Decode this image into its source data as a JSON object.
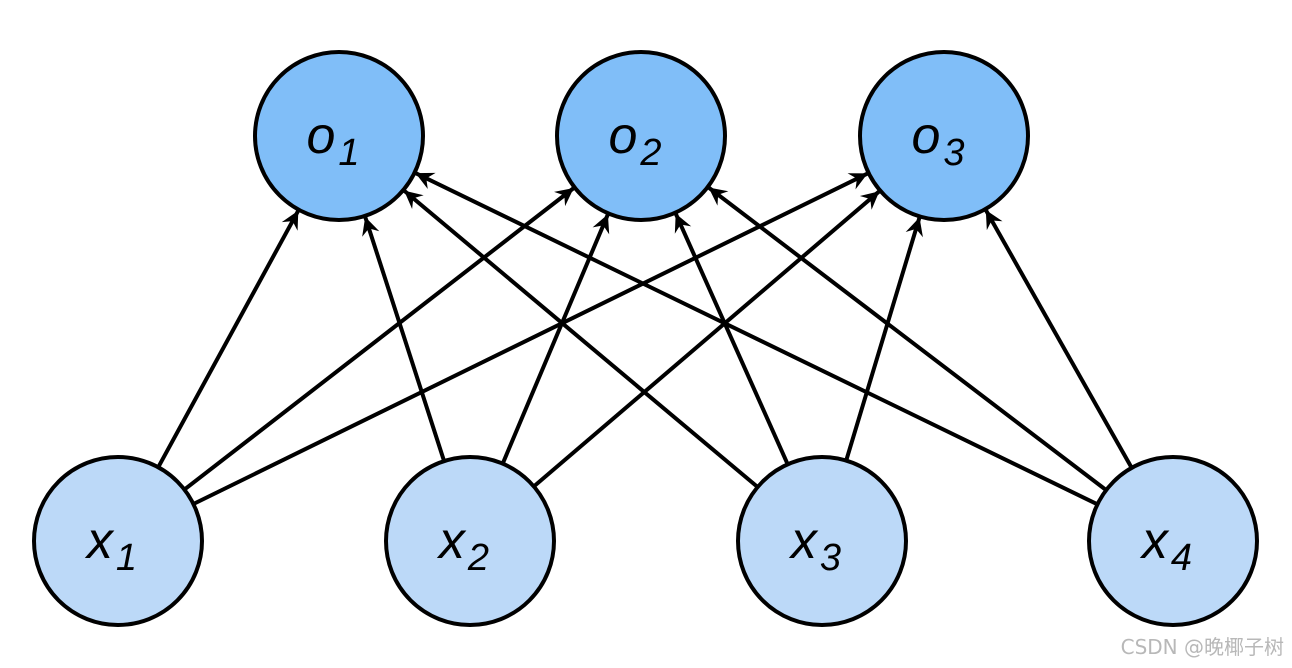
{
  "colors": {
    "output_fill": "#80bef8",
    "input_fill": "#bcd9f8",
    "stroke": "#000000"
  },
  "output_nodes": [
    {
      "id": "o1",
      "symbol": "o",
      "subscript": "1"
    },
    {
      "id": "o2",
      "symbol": "o",
      "subscript": "2"
    },
    {
      "id": "o3",
      "symbol": "o",
      "subscript": "3"
    }
  ],
  "input_nodes": [
    {
      "id": "x1",
      "symbol": "x",
      "subscript": "1"
    },
    {
      "id": "x2",
      "symbol": "x",
      "subscript": "2"
    },
    {
      "id": "x3",
      "symbol": "x",
      "subscript": "3"
    },
    {
      "id": "x4",
      "symbol": "x",
      "subscript": "4"
    }
  ],
  "edges": [
    {
      "from": "x1",
      "to": "o1"
    },
    {
      "from": "x1",
      "to": "o2"
    },
    {
      "from": "x1",
      "to": "o3"
    },
    {
      "from": "x2",
      "to": "o1"
    },
    {
      "from": "x2",
      "to": "o2"
    },
    {
      "from": "x2",
      "to": "o3"
    },
    {
      "from": "x3",
      "to": "o1"
    },
    {
      "from": "x3",
      "to": "o2"
    },
    {
      "from": "x3",
      "to": "o3"
    },
    {
      "from": "x4",
      "to": "o1"
    },
    {
      "from": "x4",
      "to": "o2"
    },
    {
      "from": "x4",
      "to": "o3"
    }
  ],
  "watermark": "CSDN @晚椰子树"
}
